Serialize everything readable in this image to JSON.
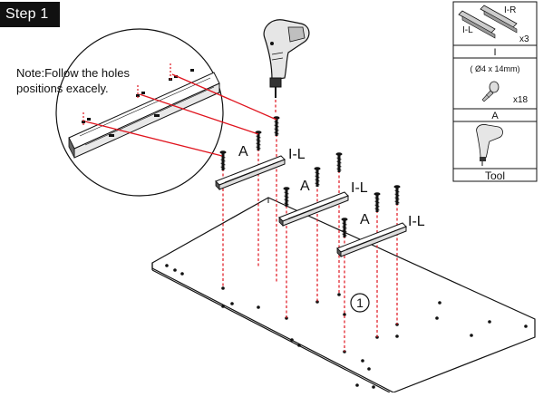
{
  "step": {
    "title": "Step 1"
  },
  "note": {
    "line1": "Note:Follow the holes",
    "line2": "positions exacely."
  },
  "callouts": {
    "label_a_1": "A",
    "label_il_1": "I-L",
    "label_a_2": "A",
    "label_il_2": "I-L",
    "label_a_3": "A",
    "label_il_3": "I-L",
    "board_number": "1"
  },
  "parts_legend": {
    "rail_ir": "I-R",
    "rail_il": "I-L",
    "rail_qty": "x3",
    "rail_part": "I",
    "screw_spec": "( Ø4 x 14mm)",
    "screw_qty": "x18",
    "screw_part": "A",
    "tool_label": "Tool"
  },
  "colors": {
    "guide_line": "#e0141e",
    "ink": "#111111"
  },
  "icons": [
    "drill-icon",
    "screw-icon",
    "rail-icon"
  ]
}
